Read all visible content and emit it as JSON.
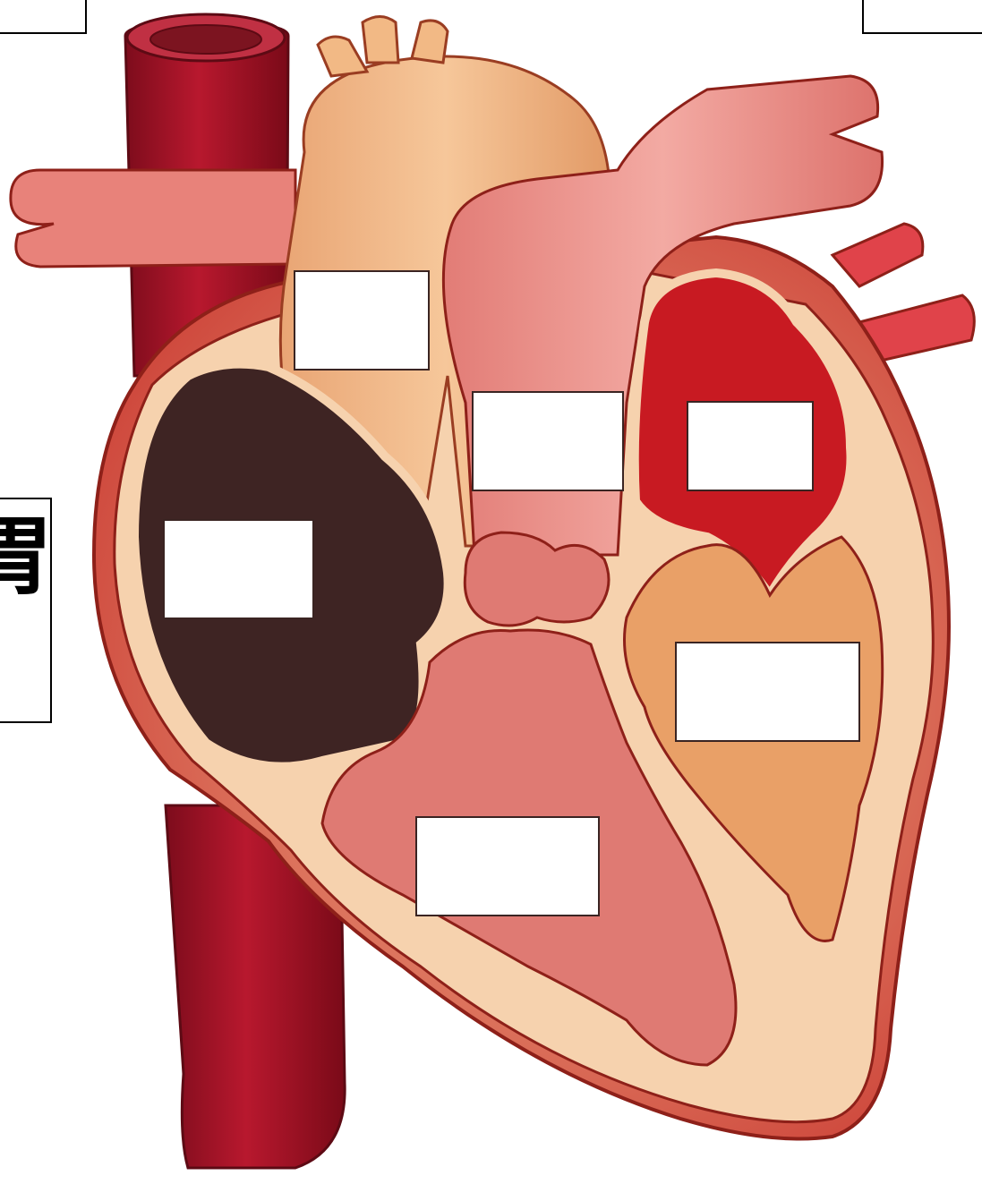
{
  "side_panel": {
    "text": "胃"
  },
  "label_boxes": [
    {
      "id": "aorta-arch",
      "text": ""
    },
    {
      "id": "pulmonary-artery",
      "text": ""
    },
    {
      "id": "left-atrium",
      "text": ""
    },
    {
      "id": "right-atrium",
      "text": ""
    },
    {
      "id": "left-ventricle",
      "text": ""
    },
    {
      "id": "right-ventricle",
      "text": ""
    }
  ],
  "colors": {
    "vena_cava": "#a8142a",
    "aorta": "#f2b985",
    "pulmonary": "#e8827a",
    "right_atrium_blood": "#3e2423",
    "left_atrium_blood": "#c81a22",
    "wall": "#f6d2ae",
    "right_ventricle": "#df7a73",
    "left_ventricle": "#e9a067",
    "outline": "#8e2019"
  }
}
